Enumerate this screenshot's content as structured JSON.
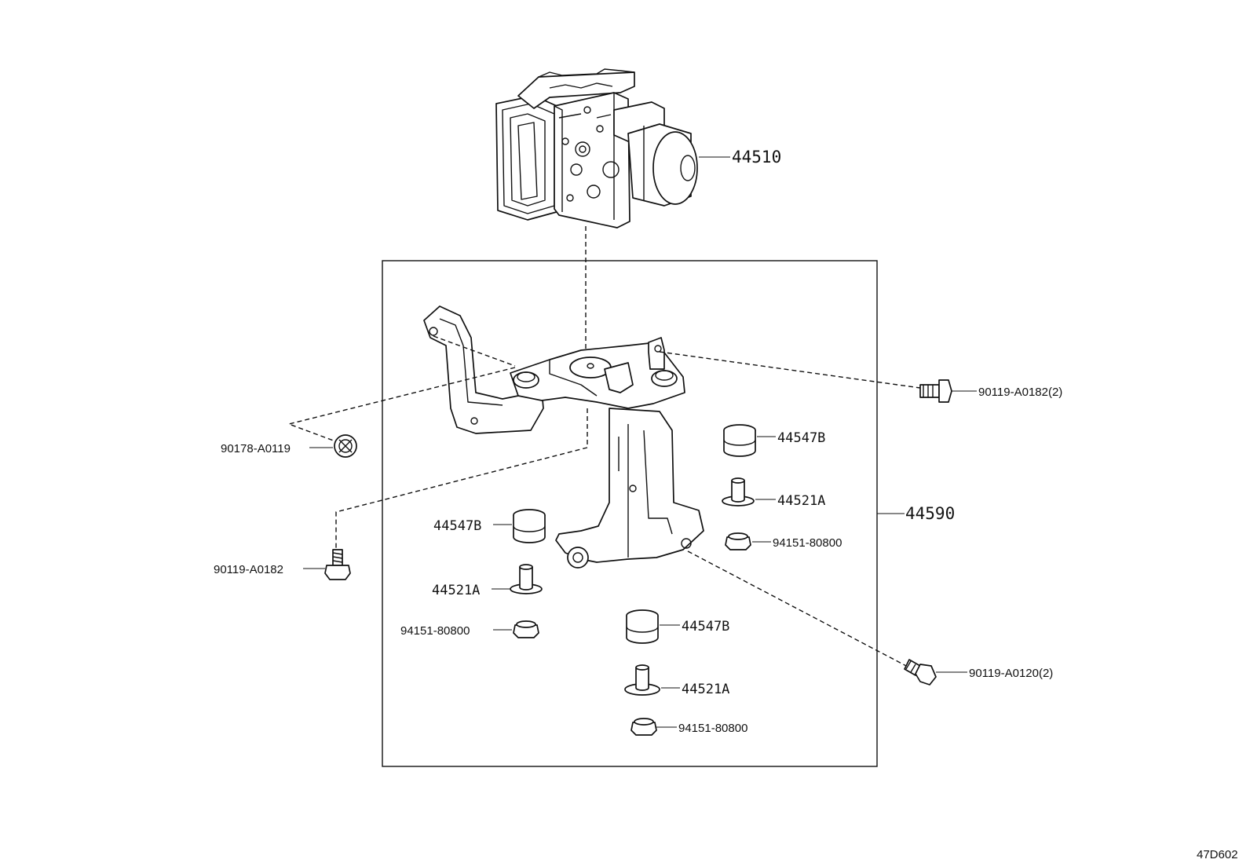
{
  "diagram": {
    "parts": {
      "hydraulic_unit": "44510",
      "bracket_assy": "44590",
      "cushion_b_1": "44547B",
      "cushion_b_2": "44547B",
      "cushion_b_3": "44547B",
      "collar_a_1": "44521A",
      "collar_a_2": "44521A",
      "collar_a_3": "44521A",
      "nut_1": "94151-80800",
      "nut_2": "94151-80800",
      "nut_3": "94151-80800",
      "bolt_top_right": "90119-A0182(2)",
      "bolt_bottom_right": "90119-A0120(2)",
      "nut_left": "90178-A0119",
      "bolt_left": "90119-A0182"
    },
    "image_code": "47D602"
  }
}
